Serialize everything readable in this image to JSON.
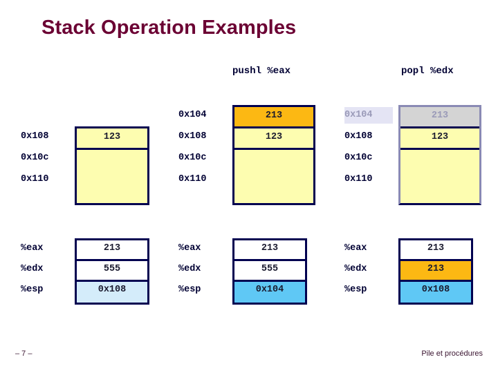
{
  "slide": {
    "title": "Stack Operation Examples",
    "title_color": "#6b0033",
    "footer_page": "– 7 –",
    "footer_note": "Pile et procédures"
  },
  "colors": {
    "stack_fill": "#fdfdb0",
    "border": "#000050",
    "highlight_orange": "#fcb813",
    "highlight_blue": "#5fc8f5",
    "highlight_blue_soft": "#d4ecfa",
    "dim_gray": "#d4d4d4",
    "dim_text": "#9a9ab8"
  },
  "panels": [
    {
      "id": "initial",
      "op_label": "",
      "stack": {
        "addresses": [
          "0x108",
          "0x10c",
          "0x110"
        ],
        "rows": [
          {
            "address": "0x108",
            "value": "123",
            "state": "normal"
          }
        ],
        "empty_rows": 3
      },
      "registers": {
        "names": [
          "%eax",
          "%edx",
          "%esp"
        ],
        "rows": [
          {
            "name": "%eax",
            "value": "213",
            "state": "normal"
          },
          {
            "name": "%edx",
            "value": "555",
            "state": "normal"
          },
          {
            "name": "%esp",
            "value": "0x108",
            "state": "blue-soft"
          }
        ]
      }
    },
    {
      "id": "after-push",
      "op_label": "pushl %eax",
      "stack": {
        "addresses": [
          "0x104",
          "0x108",
          "0x10c",
          "0x110"
        ],
        "rows": [
          {
            "address": "0x104",
            "value": "213",
            "state": "orange"
          },
          {
            "address": "0x108",
            "value": "123",
            "state": "normal"
          }
        ],
        "empty_rows": 2
      },
      "registers": {
        "names": [
          "%eax",
          "%edx",
          "%esp"
        ],
        "rows": [
          {
            "name": "%eax",
            "value": "213",
            "state": "normal"
          },
          {
            "name": "%edx",
            "value": "555",
            "state": "normal"
          },
          {
            "name": "%esp",
            "value": "0x104",
            "state": "blue"
          }
        ]
      }
    },
    {
      "id": "after-pop",
      "op_label": "popl %edx",
      "stack": {
        "addresses": [
          "0x104",
          "0x108",
          "0x10c",
          "0x110"
        ],
        "rows": [
          {
            "address": "0x104",
            "value": "213",
            "state": "dim"
          },
          {
            "address": "0x108",
            "value": "123",
            "state": "normal"
          }
        ],
        "empty_rows": 2
      },
      "registers": {
        "names": [
          "%eax",
          "%edx",
          "%esp"
        ],
        "rows": [
          {
            "name": "%eax",
            "value": "213",
            "state": "normal"
          },
          {
            "name": "%edx",
            "value": "213",
            "state": "orange"
          },
          {
            "name": "%esp",
            "value": "0x108",
            "state": "blue"
          }
        ]
      }
    }
  ]
}
